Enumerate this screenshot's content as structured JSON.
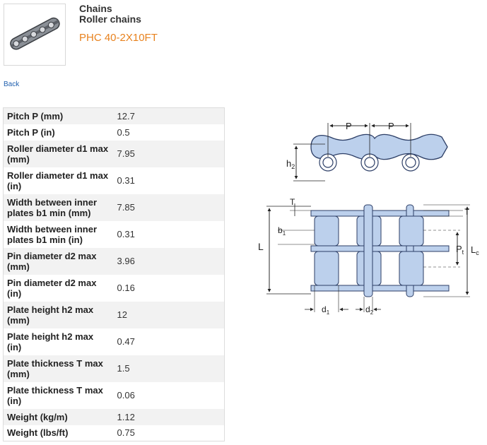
{
  "header": {
    "category": "Chains",
    "subcategory": "Roller chains",
    "product_name": "PHC 40-2X10FT",
    "image_icon": "roller-chain-icon"
  },
  "nav": {
    "back_label": "Back"
  },
  "specs": [
    {
      "label": "Pitch P (mm)",
      "value": "12.7"
    },
    {
      "label": "Pitch P (in)",
      "value": "0.5"
    },
    {
      "label": "Roller diameter d1 max (mm)",
      "value": "7.95"
    },
    {
      "label": "Roller diameter d1 max (in)",
      "value": "0.31"
    },
    {
      "label": "Width between inner plates b1 min (mm)",
      "value": "7.85"
    },
    {
      "label": "Width between inner plates b1 min (in)",
      "value": "0.31"
    },
    {
      "label": "Pin diameter d2 max (mm)",
      "value": "3.96"
    },
    {
      "label": "Pin diameter d2 max (in)",
      "value": "0.16"
    },
    {
      "label": "Plate height h2 max (mm)",
      "value": "12"
    },
    {
      "label": "Plate height h2 max (in)",
      "value": "0.47"
    },
    {
      "label": "Plate thickness T max (mm)",
      "value": "1.5"
    },
    {
      "label": "Plate thickness T max (in)",
      "value": "0.06"
    },
    {
      "label": "Weight (kg/m)",
      "value": "1.12"
    },
    {
      "label": "Weight (lbs/ft)",
      "value": "0.75"
    }
  ],
  "diagram": {
    "label_p": "P",
    "label_h": "h",
    "label_h_sub": "2",
    "label_t": "T",
    "label_b": "b",
    "label_b_sub": "1",
    "label_l": "L",
    "label_pt": "P",
    "label_pt_sub": "t",
    "label_lc": "L",
    "label_lc_sub": "c",
    "label_d": "d",
    "label_d1_sub": "1",
    "label_d2_sub": "2"
  },
  "colors": {
    "accent_orange": "#e8821e",
    "link_blue": "#1f5fae",
    "chain_fill": "#bcd0ec",
    "chain_stroke": "#2c3e66"
  }
}
